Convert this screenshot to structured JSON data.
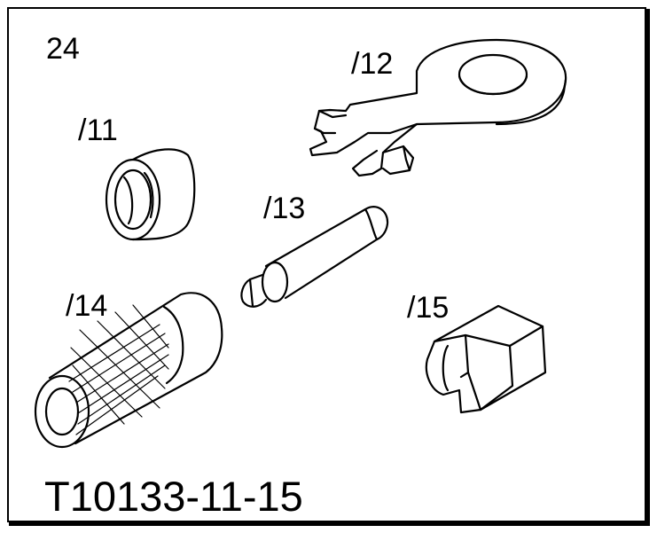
{
  "figure": {
    "page_number": "24",
    "drawing_code": "T10133-11-15",
    "parts": [
      {
        "label": "/11",
        "icon": "bushing-icon"
      },
      {
        "label": "/12",
        "icon": "puller-plate-icon"
      },
      {
        "label": "/13",
        "icon": "mandrel-icon"
      },
      {
        "label": "/14",
        "icon": "knurled-sleeve-icon"
      },
      {
        "label": "/15",
        "icon": "slotted-block-icon"
      }
    ]
  }
}
